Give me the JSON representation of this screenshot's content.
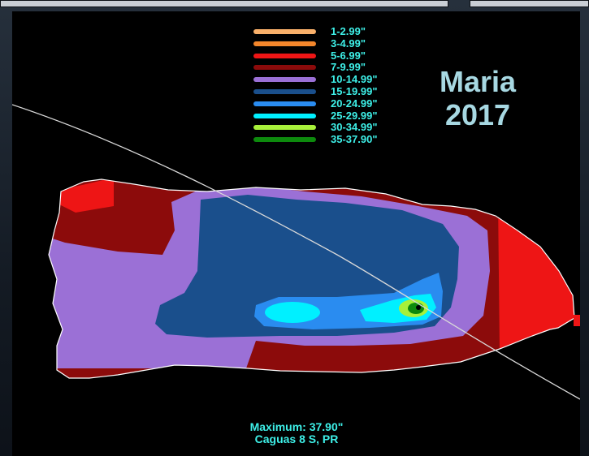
{
  "legend": {
    "items": [
      {
        "label": "1-2.99\"",
        "color": "#f9b06a"
      },
      {
        "label": "3-4.99\"",
        "color": "#f3862b"
      },
      {
        "label": "5-6.99\"",
        "color": "#ee1515"
      },
      {
        "label": "7-9.99\"",
        "color": "#8c0b0b"
      },
      {
        "label": "10-14.99\"",
        "color": "#9b70d6"
      },
      {
        "label": "15-19.99\"",
        "color": "#1a4f8c"
      },
      {
        "label": "20-24.99\"",
        "color": "#2a8cf0"
      },
      {
        "label": "25-29.99\"",
        "color": "#00f0ff"
      },
      {
        "label": "30-34.99\"",
        "color": "#a8f03a"
      },
      {
        "label": "35-37.90\"",
        "color": "#0d8a0d"
      }
    ]
  },
  "storm": {
    "name": "Maria",
    "year": "2017"
  },
  "footer": {
    "maximum": "Maximum: 37.90\"",
    "station": "Caguas 8 S, PR"
  },
  "colors": {
    "background": "#000000",
    "text_accent": "#3ef0e8",
    "title_color": "#a7d8e2",
    "track_line": "#d9d9d9",
    "coastline": "#ffffff"
  }
}
